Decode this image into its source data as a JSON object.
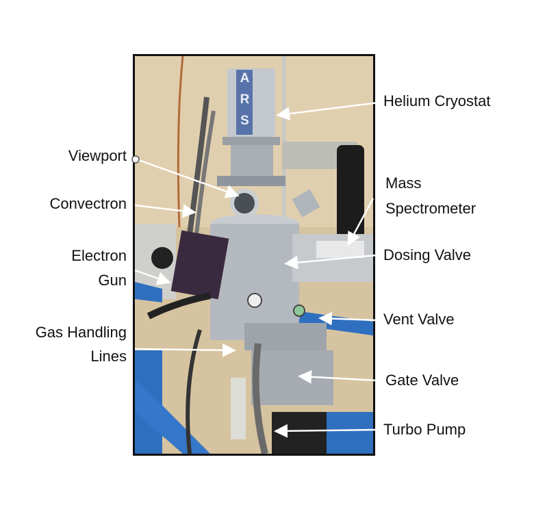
{
  "labels": {
    "helium_cryostat": "Helium Cryostat",
    "viewport": "Viewport",
    "convectron": "Convectron",
    "mass_spectrometer_1": "Mass",
    "mass_spectrometer_2": "Spectrometer",
    "electron_gun_1": "Electron",
    "electron_gun_2": "Gun",
    "dosing_valve": "Dosing Valve",
    "vent_valve": "Vent Valve",
    "gas_handling_1": "Gas Handling",
    "gas_handling_2": "Lines",
    "gate_valve": "Gate Valve",
    "turbo_pump": "Turbo Pump"
  },
  "photo_logo_text": "ARS",
  "colors": {
    "wall": "#d9c7a6",
    "steel": "#b9bec4",
    "frame_blue": "#2f6fc0",
    "arrow": "#ffffff"
  }
}
